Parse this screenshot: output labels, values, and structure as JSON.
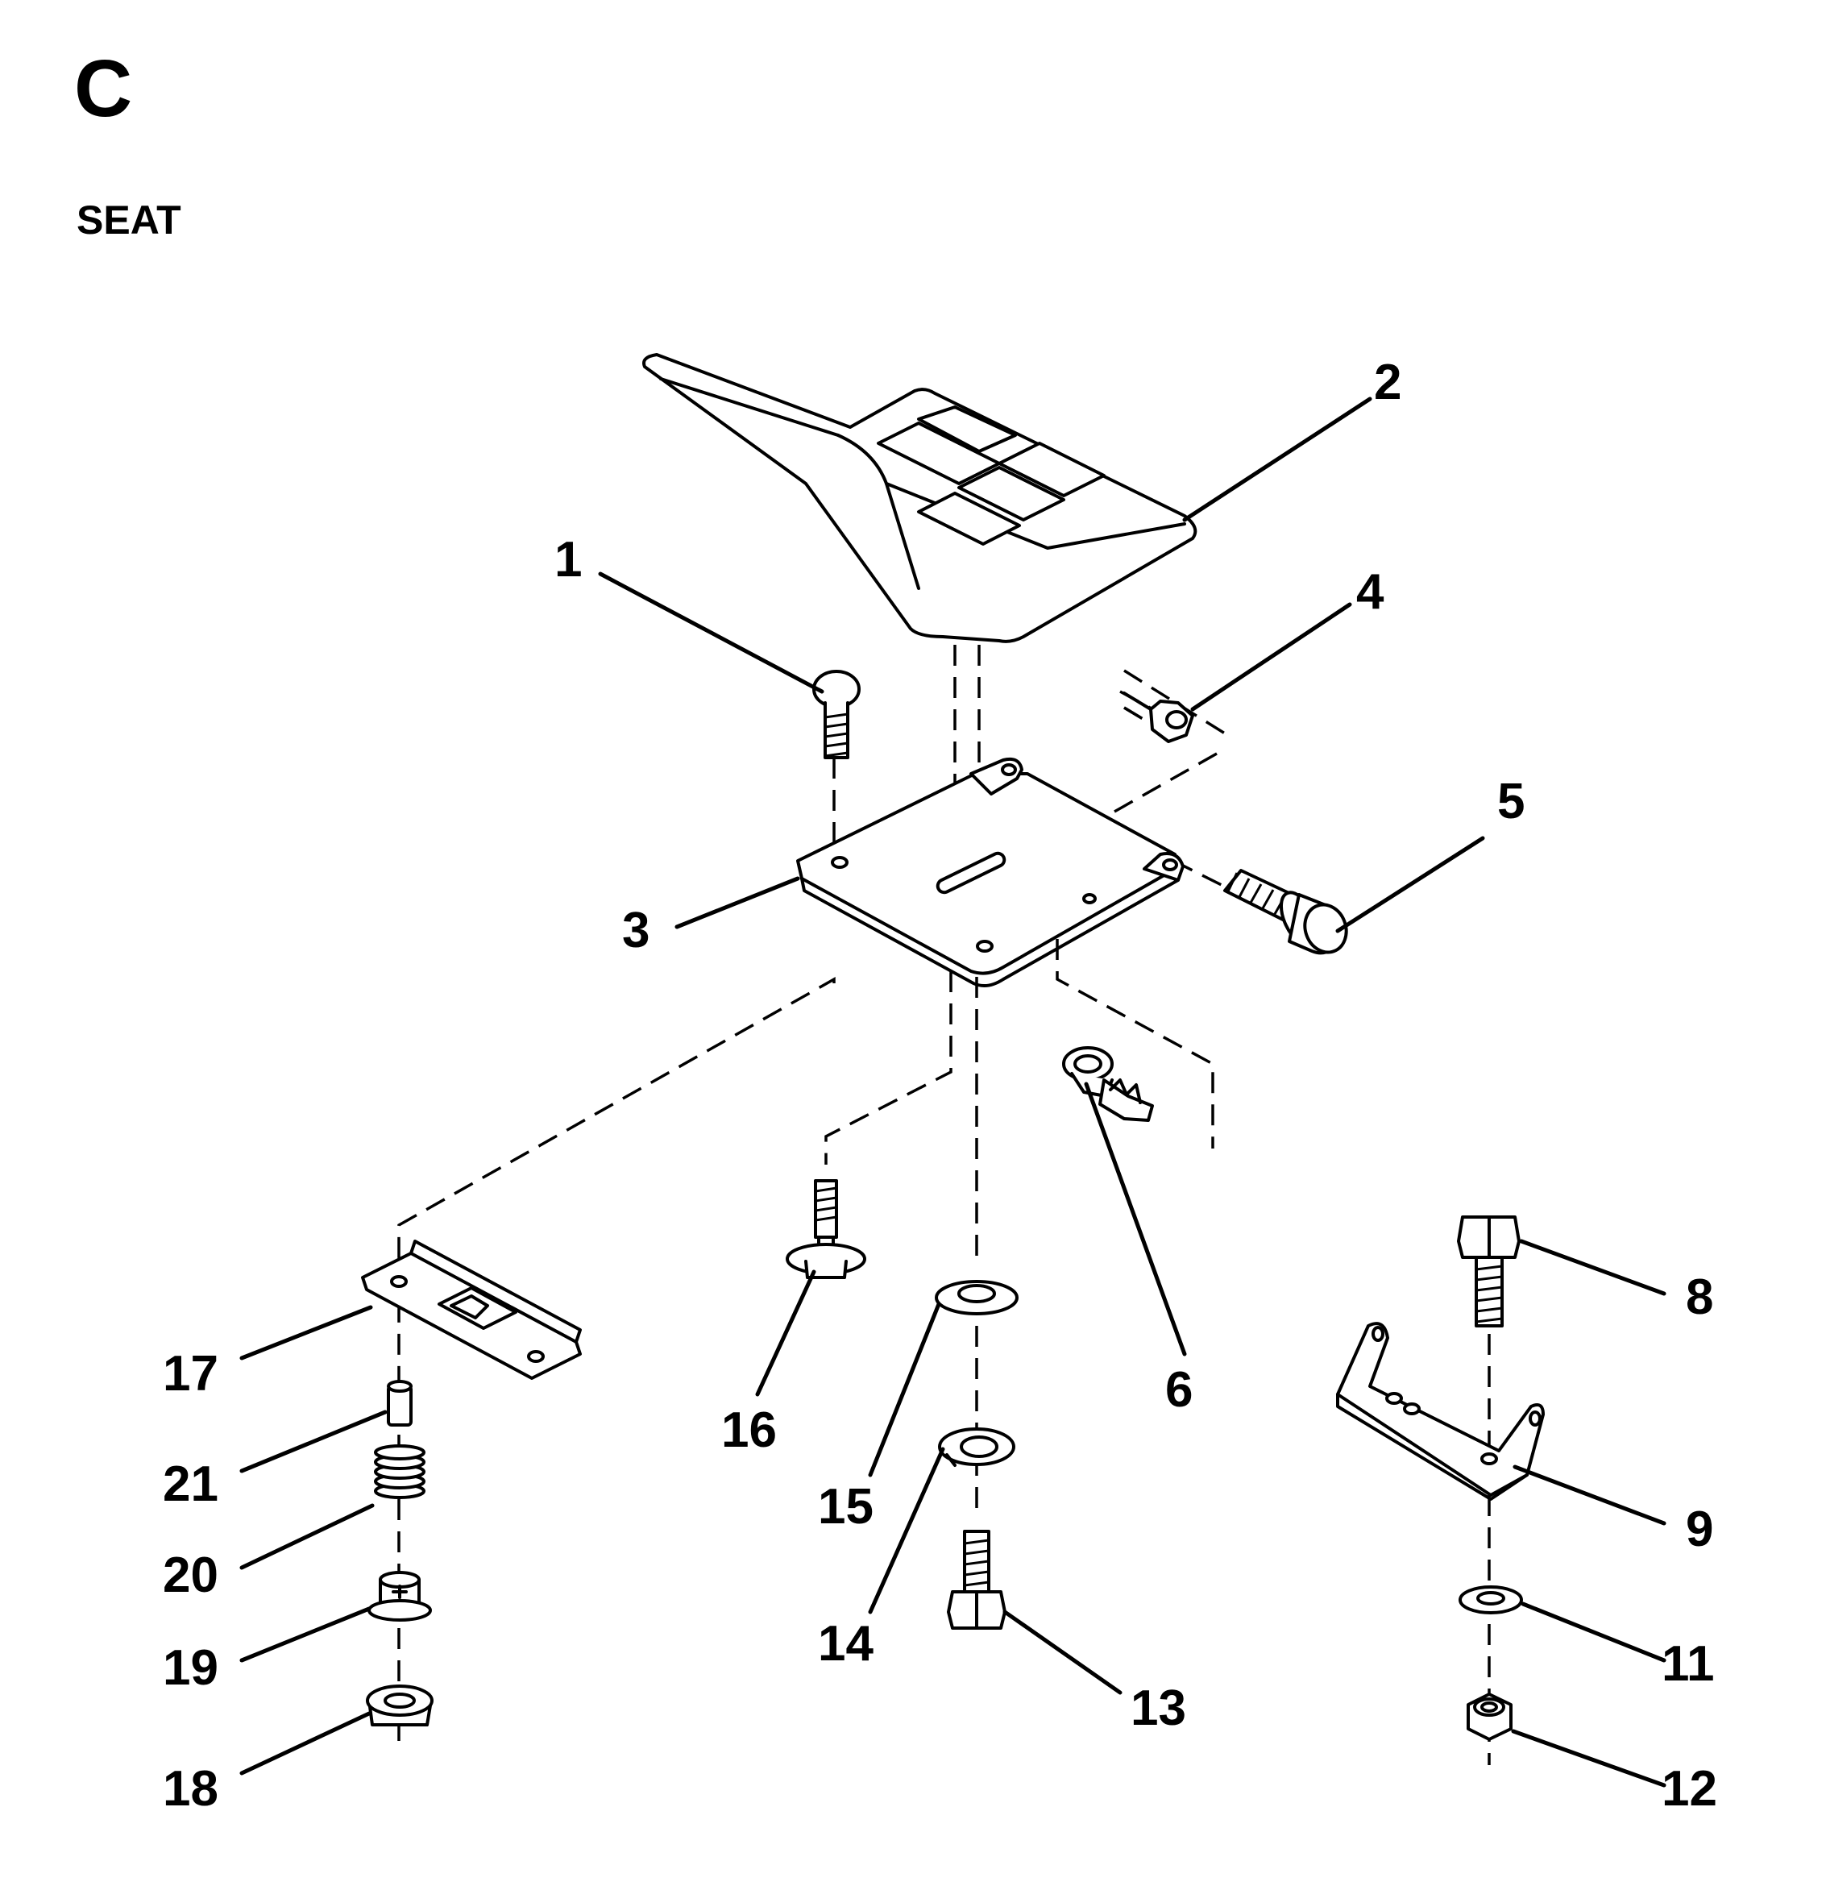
{
  "header": {
    "section_letter": "C",
    "section_title": "SEAT"
  },
  "callouts": [
    {
      "id": "1",
      "label": "1"
    },
    {
      "id": "2",
      "label": "2"
    },
    {
      "id": "3",
      "label": "3"
    },
    {
      "id": "4",
      "label": "4"
    },
    {
      "id": "5",
      "label": "5"
    },
    {
      "id": "6",
      "label": "6"
    },
    {
      "id": "8",
      "label": "8"
    },
    {
      "id": "9",
      "label": "9"
    },
    {
      "id": "11",
      "label": "11"
    },
    {
      "id": "12",
      "label": "12"
    },
    {
      "id": "13",
      "label": "13"
    },
    {
      "id": "14",
      "label": "14"
    },
    {
      "id": "15",
      "label": "15"
    },
    {
      "id": "16",
      "label": "16"
    },
    {
      "id": "17",
      "label": "17"
    },
    {
      "id": "18",
      "label": "18"
    },
    {
      "id": "19",
      "label": "19"
    },
    {
      "id": "20",
      "label": "20"
    },
    {
      "id": "21",
      "label": "21"
    }
  ]
}
